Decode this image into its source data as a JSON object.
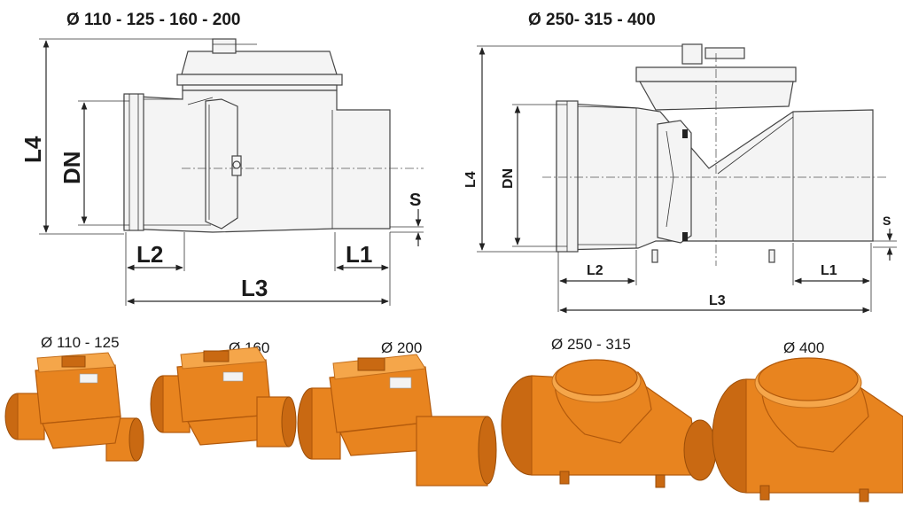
{
  "left_drawing": {
    "title": "Ø 110 - 125 - 160 - 200",
    "labels": {
      "l4": "L4",
      "dn": "DN",
      "s": "S",
      "l2": "L2",
      "l1": "L1",
      "l3": "L3"
    }
  },
  "right_drawing": {
    "title": "Ø 250- 315 - 400",
    "labels": {
      "l4": "L4",
      "dn": "DN",
      "s": "S",
      "l2": "L2",
      "l1": "L1",
      "l3": "L3"
    }
  },
  "products": [
    {
      "label": "Ø 110 - 125",
      "color": "#e8841f"
    },
    {
      "label": "Ø 160",
      "color": "#e8841f"
    },
    {
      "label": "Ø 200",
      "color": "#e8841f"
    },
    {
      "label": "Ø 250 - 315",
      "color": "#e8841f"
    },
    {
      "label": "Ø 400",
      "color": "#e8841f"
    }
  ]
}
